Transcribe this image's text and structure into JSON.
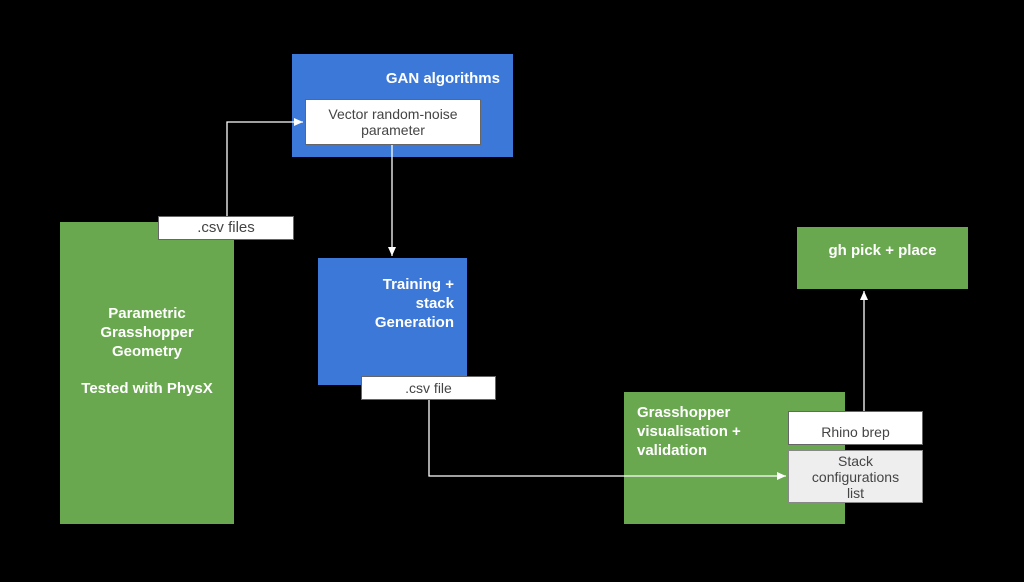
{
  "nodes": {
    "parametric": {
      "line1": "Parametric",
      "line2": "Grasshopper",
      "line3": "Geometry",
      "line4": "Tested with PhysX"
    },
    "gan": {
      "title": "GAN algorithms"
    },
    "vector_noise": {
      "line1": "Vector random-noise",
      "line2": "parameter"
    },
    "csv_files": {
      "label": ".csv files"
    },
    "training": {
      "line1": "Training +",
      "line2": "stack",
      "line3": "Generation"
    },
    "csv_file": {
      "label": ".csv file"
    },
    "gh_pick": {
      "title": "gh pick + place"
    },
    "gh_vis": {
      "line1": "Grasshopper",
      "line2": "visualisation +",
      "line3": "validation"
    },
    "rhino_brep": {
      "label": "Rhino brep"
    },
    "stack_list": {
      "line1": "Stack",
      "line2": "configurations",
      "line3": "list"
    }
  },
  "colors": {
    "background": "#000000",
    "green": "#6aa84f",
    "blue": "#3c78d8",
    "arrow": "#ffffff"
  }
}
